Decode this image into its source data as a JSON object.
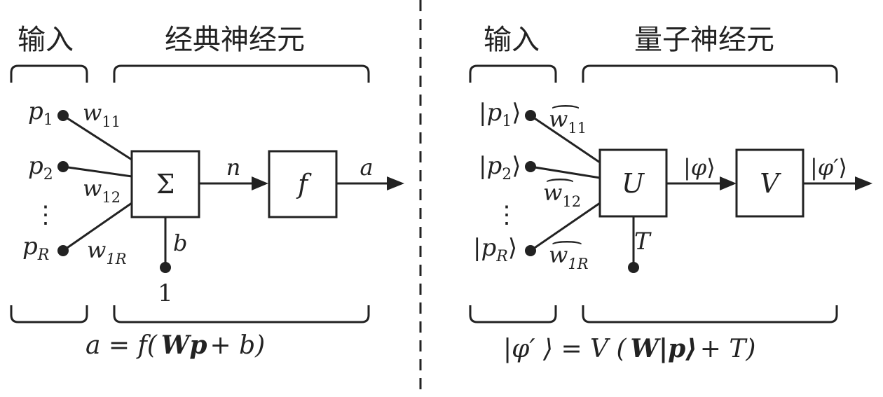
{
  "classical": {
    "input_label": "输入",
    "neuron_label": "经典神经元",
    "inputs": [
      "p",
      "p",
      "p"
    ],
    "input_subs": [
      "1",
      "2",
      "R"
    ],
    "weights": [
      "w",
      "w",
      "w"
    ],
    "weight_subs": [
      "11",
      "12",
      "1R"
    ],
    "vdots": "⋮",
    "sum_symbol": "Σ",
    "n_label": "n",
    "f_label": "f",
    "a_label": "a",
    "b_label": "b",
    "one_label": "1",
    "formula": {
      "lhs": "a = f(",
      "bold": "Wp",
      "rhs": "+ b)"
    }
  },
  "quantum": {
    "input_label": "输入",
    "neuron_label": "量子神经元",
    "inputs": [
      "p",
      "p",
      "p"
    ],
    "input_subs": [
      "1",
      "2",
      "R"
    ],
    "weights": [
      "w",
      "w",
      "w"
    ],
    "weight_subs": [
      "11",
      "12",
      "1R"
    ],
    "hat": "⌢",
    "vdots": "⋮",
    "u_label": "U",
    "v_label": "V",
    "phi_label": "φ",
    "phi_prime_label": "φ′",
    "t_label": "T",
    "ket_open": "|",
    "ket_close": "⟩",
    "formula": {
      "lhs": "|φ′ ⟩ = V (",
      "bold": "W",
      "mid": "|p⟩",
      "rhs": "+ T)"
    }
  }
}
